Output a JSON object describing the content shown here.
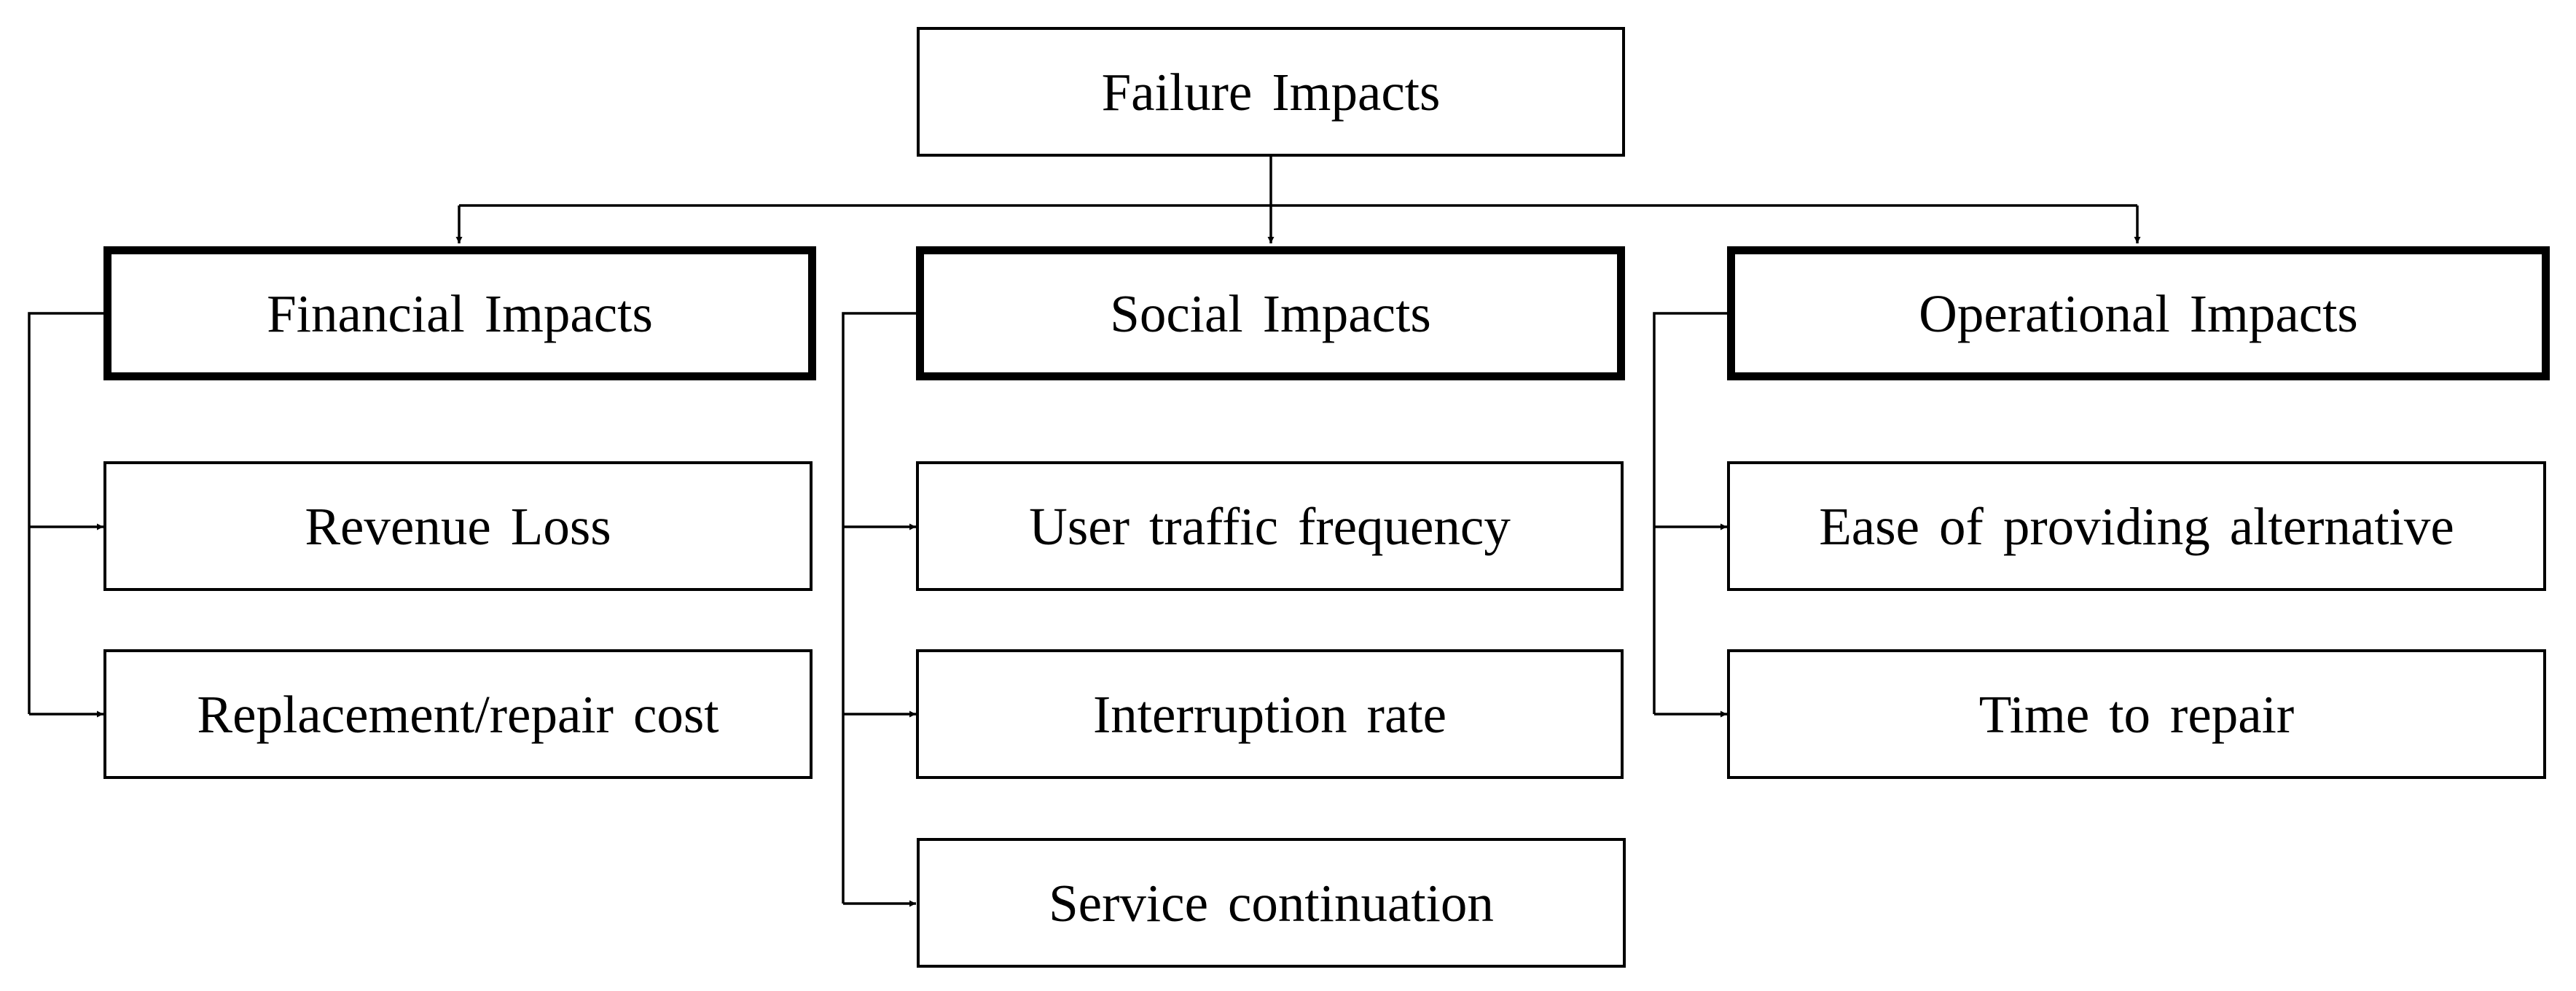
{
  "diagram": {
    "root": {
      "label": "Failure Impacts"
    },
    "categories": [
      {
        "label": "Financial Impacts",
        "items": [
          "Revenue Loss",
          "Replacement/repair cost"
        ]
      },
      {
        "label": "Social Impacts",
        "items": [
          "User traffic frequency",
          "Interruption rate",
          "Service continuation"
        ]
      },
      {
        "label": "Operational Impacts",
        "items": [
          "Ease of providing alternative",
          "Time to repair"
        ]
      }
    ]
  }
}
